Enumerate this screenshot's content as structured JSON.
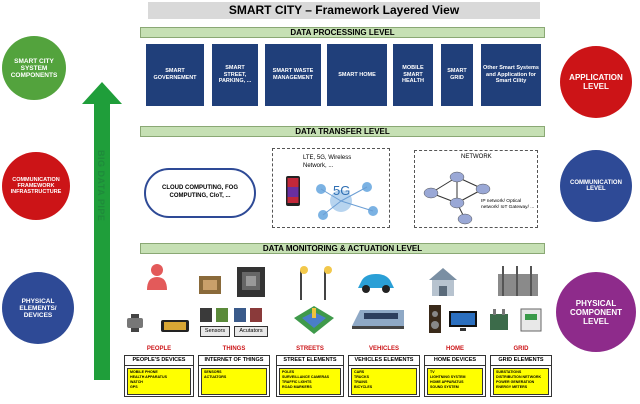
{
  "title": "SMART CITY – Framework Layered View",
  "left_circles": {
    "components": "SMART CITY SYSTEM COMPONENTS",
    "communication": "COMMUNICATION FRAMEWORK INFRASTRUCTURE",
    "physical": "PHYSICAL ELEMENTS/ DEVICES"
  },
  "right_circles": {
    "application": "APPLICATION LEVEL",
    "communication": "COMMUNICATION LEVEL",
    "physical": "PHYSICAL COMPONENT LEVEL"
  },
  "pipe_label": "BIG DATA PIPE",
  "processing": {
    "title": "DATA PROCESSING LEVEL",
    "boxes": [
      "SMART GOVERNEMENT",
      "SMART STREET, PARKING, ...",
      "SMART WASTE MANAGEMENT",
      "SMART HOME",
      "MOBILE SMART HEALTH",
      "SMART GRID",
      "Other Smart Systems and Application for Smart Cility"
    ]
  },
  "transfer": {
    "title": "DATA TRANSFER LEVEL",
    "cloud": "CLOUD COMPUTING, FOG COMPUTING, CIoT, ...",
    "wireless": "LTE, 5G, Wireless Network, ...",
    "fiveg": "5G",
    "network_title": "NETWORK",
    "network_note": "IP network/ Optical network/ IoT Gateway/ ..."
  },
  "monitoring": {
    "title": "DATA MONITORING & ACTUATION LEVEL",
    "sensors": "Sensors",
    "actuators": "Acutators",
    "categories": [
      {
        "label": "PEOPLE",
        "head": "PEOPLE'S DEVICES",
        "items": [
          "MOBILE PHONE",
          "HEALTH APPARATUS",
          "WATCH",
          "GPS"
        ]
      },
      {
        "label": "THINGS",
        "head": "INTERNET OF THINGS",
        "items": [
          "SENSORS",
          "ACTUATORS"
        ]
      },
      {
        "label": "STREETS",
        "head": "STREET ELEMENTS",
        "items": [
          "POLES",
          "SURVEILLANCE CAMERAS",
          "TRAFFIC LIGHTS",
          "ROAD MARKERS"
        ]
      },
      {
        "label": "VEHICLES",
        "head": "VEHICLES ELEMENTS",
        "items": [
          "CARS",
          "TRUCKS",
          "TRAINS",
          "BICYCLES"
        ]
      },
      {
        "label": "HOME",
        "head": "HOME DEVICES",
        "items": [
          "TV",
          "LIGHTNING SYSTEM",
          "HOME APPARATUS",
          "SOUND SYSTEM"
        ]
      },
      {
        "label": "GRID",
        "head": "GRID ELEMENTS",
        "items": [
          "SUBSTATIONS",
          "DISTRIBUTION NETWORK",
          "POWER GENERATION",
          "ENERGY METERS"
        ]
      }
    ]
  },
  "colors": {
    "green": "#53a33d",
    "red": "#cc1417",
    "blue": "#2e4a96",
    "purple": "#8e2b8b",
    "box": "#203f7a",
    "band": "#c6e0b4",
    "highlight": "#ffff00"
  }
}
